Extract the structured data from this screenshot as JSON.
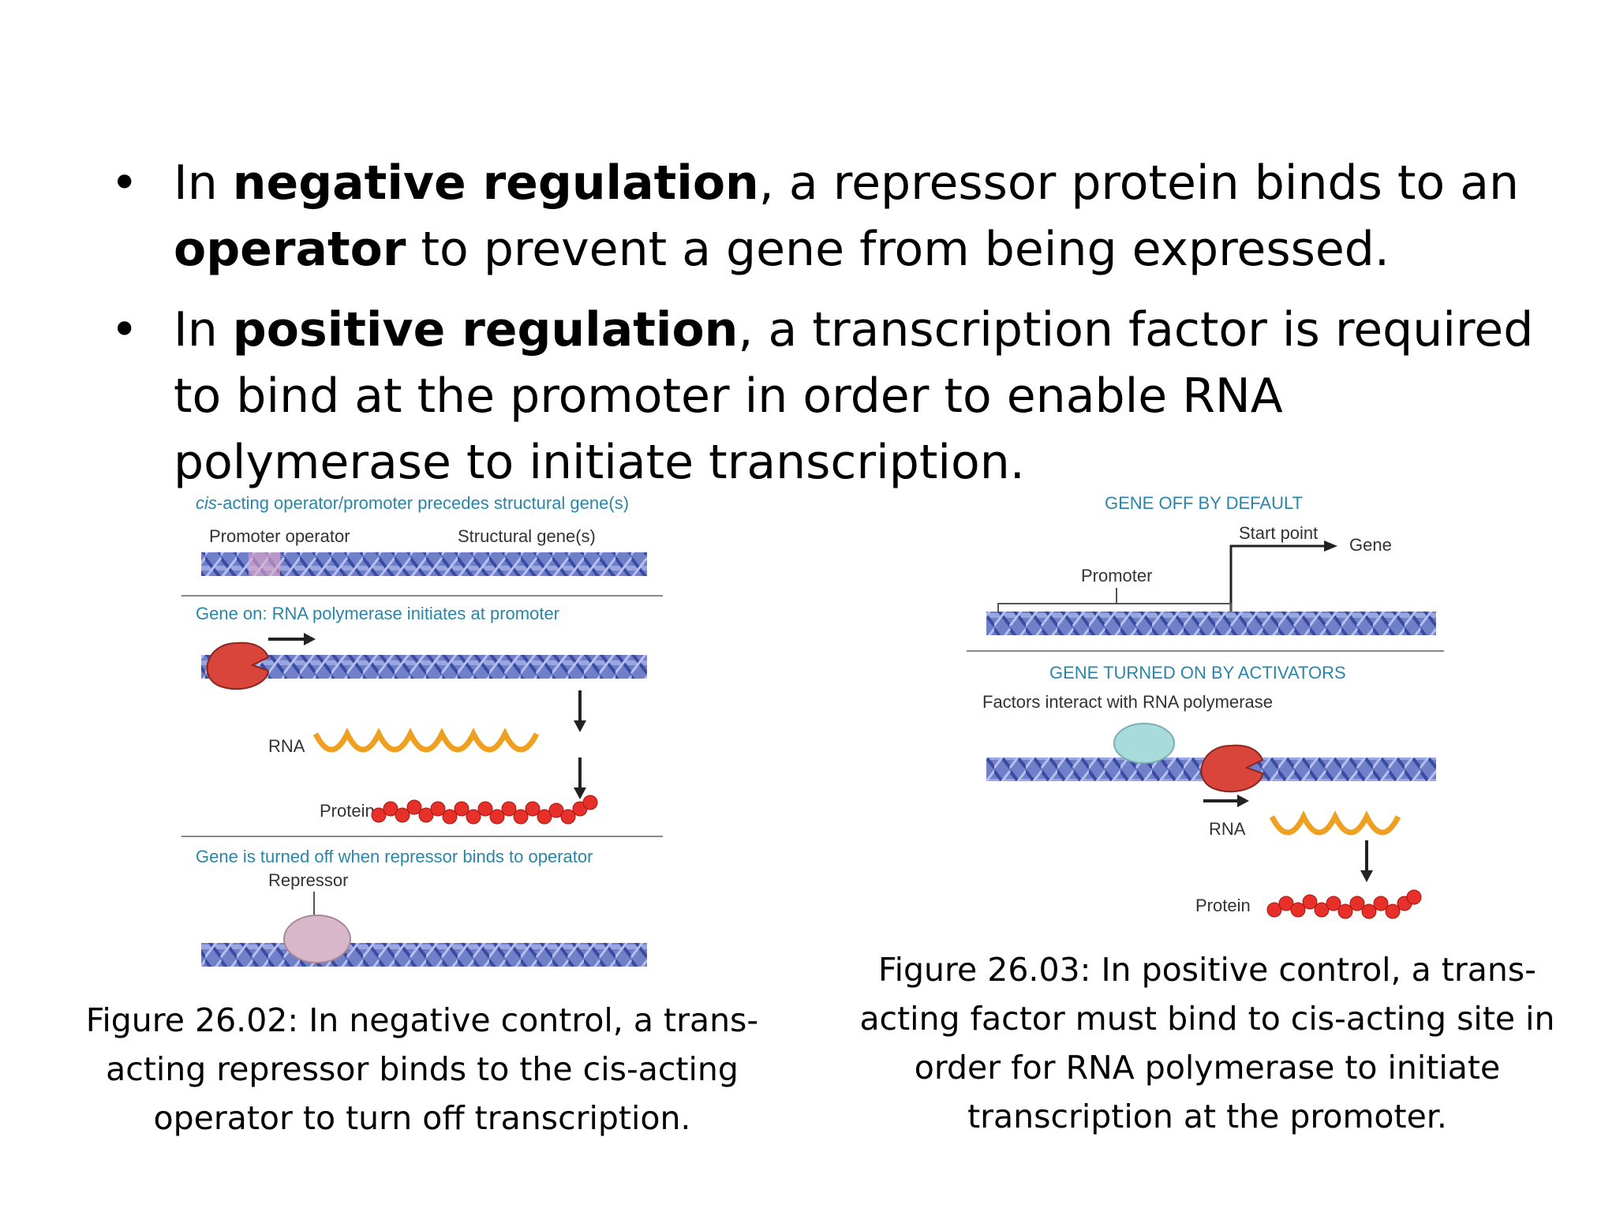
{
  "bullets": [
    {
      "pre": "In ",
      "bold1": "negative regulation",
      "mid": ", a repressor protein binds to an ",
      "bold2": "operator",
      "post": " to prevent a gene from being expressed."
    },
    {
      "pre": "In ",
      "bold1": "positive regulation",
      "mid": ", a transcription factor is required to bind at the promoter in order to enable RNA polymerase to initiate transcription.",
      "bold2": "",
      "post": ""
    }
  ],
  "fig_left": {
    "header_italic": "cis",
    "header_rest": "-acting operator/promoter precedes structural gene(s)",
    "label_promoter_operator": "Promoter operator",
    "label_structural": "Structural gene(s)",
    "gene_on": "Gene on: RNA polymerase initiates at promoter",
    "rna": "RNA",
    "protein": "Protein",
    "gene_off": "Gene is turned off when repressor binds to operator",
    "repressor": "Repressor",
    "caption": "Figure 26.02: In negative control, a trans-acting repressor binds to the cis-acting operator to turn off transcription."
  },
  "fig_right": {
    "gene_off_default": "GENE OFF BY DEFAULT",
    "start_point": "Start point",
    "gene": "Gene",
    "promoter": "Promoter",
    "gene_on_activators": "GENE TURNED ON BY ACTIVATORS",
    "factors": "Factors interact with RNA polymerase",
    "rna": "RNA",
    "protein": "Protein",
    "caption": "Figure 26.03: In positive control, a trans-acting factor must bind to cis-acting site in order for RNA polymerase to initiate transcription at the promoter."
  },
  "colors": {
    "label_blue": "#2a86a8",
    "polymerase": "#d9453a",
    "rna": "#f0a020",
    "protein": "#e8302a",
    "repressor": "#d8b8c8",
    "activator": "#a8dcdc"
  }
}
